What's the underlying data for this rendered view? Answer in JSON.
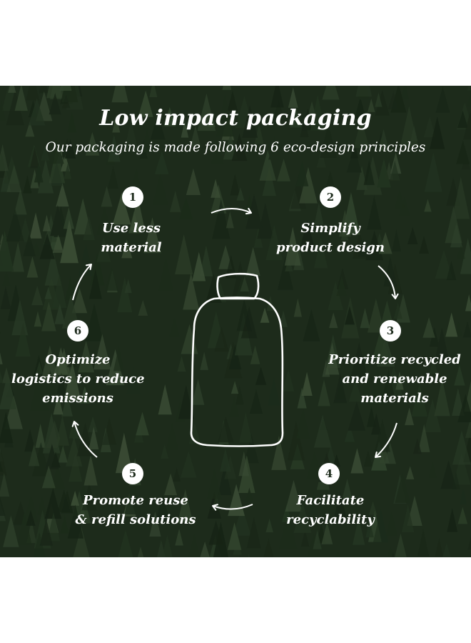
{
  "title": "Low impact packaging",
  "subtitle": "Our packaging is made following 6 eco-design principles",
  "steps": [
    {
      "number": "1",
      "lines": [
        "Use less",
        "material"
      ]
    },
    {
      "number": "2",
      "lines": [
        "Simplify",
        "product design"
      ]
    },
    {
      "number": "3",
      "lines": [
        "Prioritize recycled",
        "and renewable",
        "materials"
      ]
    },
    {
      "number": "4",
      "lines": [
        "Facilitate",
        "recyclability"
      ]
    },
    {
      "number": "5",
      "lines": [
        "Promote reuse",
        "& refill solutions"
      ]
    },
    {
      "number": "6",
      "lines": [
        "Optimize",
        "logistics to reduce",
        "emissions"
      ]
    }
  ],
  "icons": {
    "center": "bottle-icon",
    "connector": "curved-arrow-icon"
  },
  "colors": {
    "background": "#233321",
    "text": "#ffffff",
    "badge_text": "#1c2a1b"
  }
}
